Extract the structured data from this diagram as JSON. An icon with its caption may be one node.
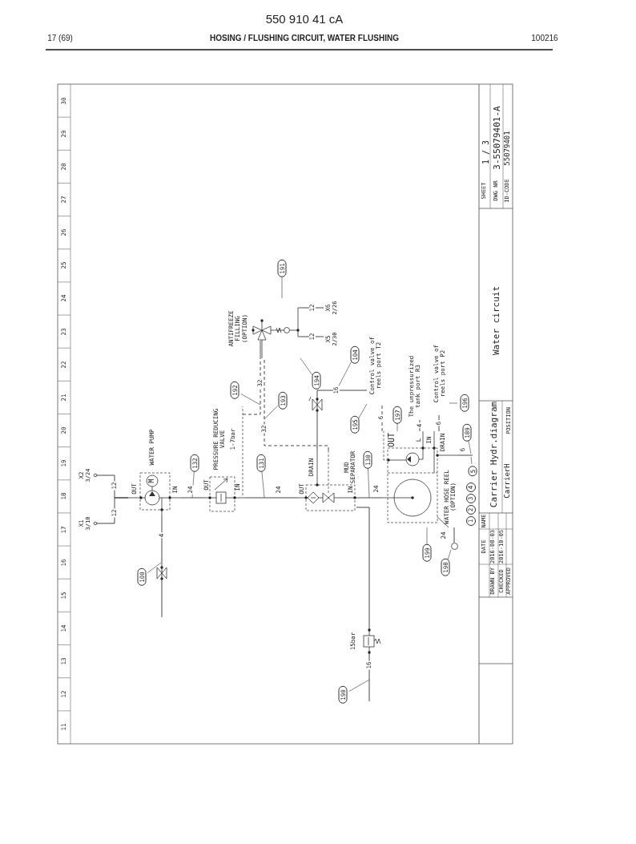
{
  "diagram": {
    "title": "HOSING / FLUSHING CIRCUIT, WATER FLUSHING",
    "nodes": [
      {
        "text": [
          "WATER PUMP",
          "OUT",
          "M",
          "IN"
        ]
      },
      {
        "text": [
          "PRESSURE REDUCING VALVE",
          "1-7bar",
          "OUT",
          "IN"
        ]
      },
      {
        "text": [
          "MUD SEPARATOR",
          "DRAIN",
          "OUT",
          "IN"
        ]
      },
      {
        "text": [
          "OUT",
          "L",
          "IN",
          "DRAIN",
          "WATER HOSE REEL (OPTION)"
        ]
      },
      {
        "text": [
          "ANTIFREEZE FILLING (OPTION)"
        ]
      },
      {
        "text": [
          "15bar"
        ]
      },
      {
        "text": [
          "X1",
          "3/10"
        ]
      },
      {
        "text": [
          "X2",
          "3/24"
        ]
      },
      {
        "text": [
          "X5",
          "2/30"
        ]
      },
      {
        "text": [
          "X6",
          "2/26"
        ]
      },
      {
        "text": [
          "Control valve of reels port T2"
        ]
      },
      {
        "text": [
          "The unpressurized tank port R3"
        ]
      },
      {
        "text": [
          "Control valve of reels port P2"
        ]
      },
      {
        "text": [
          "100"
        ]
      },
      {
        "text": [
          "132"
        ]
      },
      {
        "text": [
          "131"
        ]
      },
      {
        "text": [
          "192"
        ]
      },
      {
        "text": [
          "193"
        ]
      },
      {
        "text": [
          "191"
        ]
      },
      {
        "text": [
          "194"
        ]
      },
      {
        "text": [
          "104"
        ]
      },
      {
        "text": [
          "130"
        ]
      },
      {
        "text": [
          "195"
        ]
      },
      {
        "text": [
          "197"
        ]
      },
      {
        "text": [
          "196"
        ]
      },
      {
        "text": [
          "189"
        ]
      },
      {
        "text": [
          "5"
        ]
      },
      {
        "text": [
          "199"
        ]
      },
      {
        "text": [
          "198"
        ]
      },
      {
        "text": [
          "190"
        ]
      },
      {
        "text": [],
        "shape": "circle"
      }
    ],
    "edges": [
      {
        "from": 7,
        "to": 0,
        "arrow": "none",
        "label": "12"
      },
      {
        "from": 6,
        "to": 0,
        "arrow": "none",
        "label": "12"
      },
      {
        "from": 0,
        "to": 1,
        "arrow": "none",
        "label": "24"
      },
      {
        "from": 1,
        "to": 2,
        "arrow": "none",
        "label": "24"
      },
      {
        "from": 2,
        "to": 3,
        "arrow": "none",
        "label": "24"
      },
      {
        "from": 1,
        "to": 4,
        "arrow": "none",
        "label": "32",
        "style": "dashed"
      },
      {
        "from": 2,
        "to": 4,
        "arrow": "none",
        "label": "32",
        "style": "dashed"
      },
      {
        "from": 4,
        "to": 8,
        "arrow": "none",
        "label": "12"
      },
      {
        "from": 4,
        "to": 9,
        "arrow": "none",
        "label": "12"
      },
      {
        "from": 0,
        "to": null,
        "arrow": "none",
        "label": "4"
      },
      {
        "from": 2,
        "to": 10,
        "arrow": "none",
        "label": "16"
      },
      {
        "from": 2,
        "to": 5,
        "arrow": "none"
      },
      {
        "from": 5,
        "to": null,
        "arrow": "none",
        "label": "16"
      },
      {
        "from": 3,
        "to": 10,
        "arrow": "none",
        "label": "6",
        "style": "dashed"
      },
      {
        "from": 3,
        "to": 11,
        "arrow": "none",
        "label": "4"
      },
      {
        "from": 3,
        "to": 12,
        "arrow": "none",
        "label": "6"
      },
      {
        "from": 3,
        "to": null,
        "arrow": "none",
        "label": "6"
      },
      {
        "from": 3,
        "to": 30,
        "arrow": "none",
        "label": "24"
      },
      {
        "from": 13,
        "to": null,
        "arrow": "none"
      },
      {
        "from": 14,
        "to": null,
        "arrow": "none"
      },
      {
        "from": 15,
        "to": null,
        "arrow": "none"
      },
      {
        "from": 16,
        "to": null,
        "arrow": "none"
      },
      {
        "from": 17,
        "to": null,
        "arrow": "none"
      },
      {
        "from": 18,
        "to": 4,
        "arrow": "none"
      },
      {
        "from": 19,
        "to": 4,
        "arrow": "none"
      },
      {
        "from": 20,
        "to": null,
        "arrow": "none"
      },
      {
        "from": 21,
        "to": null,
        "arrow": "none"
      },
      {
        "from": 22,
        "to": 10,
        "arrow": "none"
      },
      {
        "from": 23,
        "to": 3,
        "arrow": "none"
      },
      {
        "from": 24,
        "to": 12,
        "arrow": "none"
      },
      {
        "from": 25,
        "to": null,
        "arrow": "none"
      },
      {
        "from": 26,
        "to": null,
        "arrow": "none"
      },
      {
        "from": 27,
        "to": 3,
        "arrow": "none"
      },
      {
        "from": 28,
        "to": 30,
        "arrow": "none"
      },
      {
        "from": 29,
        "to": null,
        "arrow": "none"
      }
    ],
    "labels": [
      "550 910 41 cA",
      "17 (69)",
      "100216",
      "11",
      "12",
      "13",
      "14",
      "15",
      "16",
      "17",
      "18",
      "19",
      "20",
      "21",
      "22",
      "23",
      "24",
      "25",
      "26",
      "27",
      "28",
      "29",
      "30",
      "1",
      "2",
      "3",
      "4",
      "DATE",
      "NAME",
      "DRAWN BY",
      "2016-08-03",
      "CHECKED",
      "2016-10-05",
      "APPROVED",
      "Carrier Hydr.diagram",
      "CarrierH",
      "POSITION",
      "Water circuit",
      "SHEET",
      "1 / 3",
      "DWG NR",
      "3-55079401-A",
      "ID-CODE",
      "55079401"
    ]
  }
}
